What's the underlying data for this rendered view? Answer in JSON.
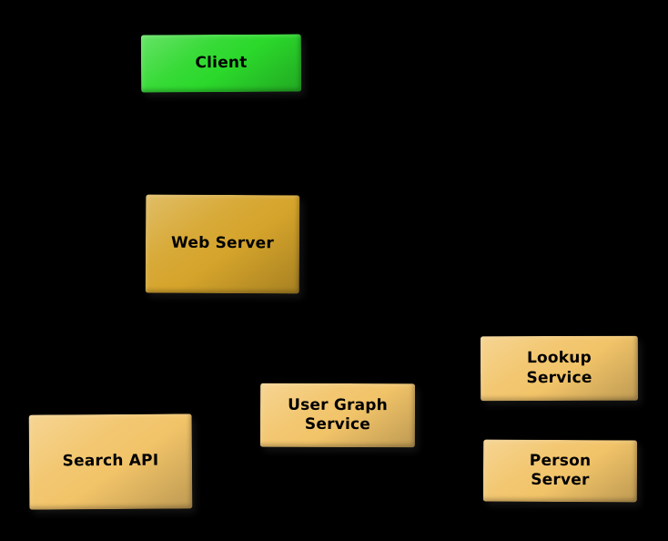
{
  "diagram": {
    "background_color": "#000000",
    "text_color": "#000000",
    "nodes": [
      {
        "id": "client",
        "label": "Client",
        "color": "#2bd82b",
        "role": "client-node"
      },
      {
        "id": "web-server",
        "label": "Web Server",
        "color": "#d5a42b",
        "role": "server-node"
      },
      {
        "id": "search-api",
        "label": "Search API",
        "color": "#f2c469",
        "role": "service-node"
      },
      {
        "id": "user-graph-service",
        "label": "User Graph\nService",
        "color": "#f2c469",
        "role": "service-node"
      },
      {
        "id": "lookup-service",
        "label": "Lookup\nService",
        "color": "#f2c469",
        "role": "service-node"
      },
      {
        "id": "person-server",
        "label": "Person\nServer",
        "color": "#f2c469",
        "role": "service-node"
      }
    ]
  }
}
